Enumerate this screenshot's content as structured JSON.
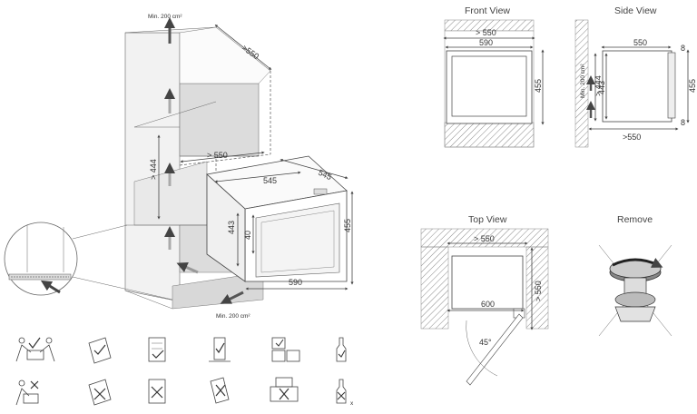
{
  "install": {
    "min_top": "Min. 200 cm²",
    "min_bottom": "Min. 200 cm²",
    "d_depth_top": ">550",
    "d_depth_mid": "> 550",
    "d_height_mid": "> 444",
    "d_545_a": "545",
    "d_545_b": "545",
    "d_443": "443",
    "d_40": "40",
    "d_455": "455",
    "d_590": "590"
  },
  "front_view": {
    "title": "Front View",
    "d_550": "> 550",
    "d_590": "590",
    "d_455": "455"
  },
  "side_view": {
    "title": "Side View",
    "d_550": "550",
    "d_8_top": "8",
    "d_8_bottom": "8",
    "d_443": "443",
    "d_444": "> 444",
    "d_455": "455",
    "d_min": "Min. 200 cm²",
    "d_550b": ">550"
  },
  "top_view": {
    "title": "Top View",
    "d_550": "> 550",
    "d_600": "600",
    "d_550_side": "> 550",
    "d_45": "45°"
  },
  "remove": {
    "title": "Remove"
  },
  "icons": [
    {
      "name": "two-person-lift-ok-icon",
      "suffix": ""
    },
    {
      "name": "manual-ok-icon",
      "suffix": ""
    },
    {
      "name": "checklist-ok-icon",
      "suffix": ""
    },
    {
      "name": "upright-ok-icon",
      "suffix": ""
    },
    {
      "name": "stacking-ok-icon",
      "suffix": ""
    },
    {
      "name": "bottle-ok-icon",
      "suffix": ""
    },
    {
      "name": "two-person-lift-no-icon",
      "suffix": ""
    },
    {
      "name": "manual-no-icon",
      "suffix": ""
    },
    {
      "name": "checklist-no-icon",
      "suffix": ""
    },
    {
      "name": "tilted-no-icon",
      "suffix": ""
    },
    {
      "name": "stacking-no-icon",
      "suffix": ""
    },
    {
      "name": "bottle-no-icon",
      "suffix": "x"
    }
  ]
}
